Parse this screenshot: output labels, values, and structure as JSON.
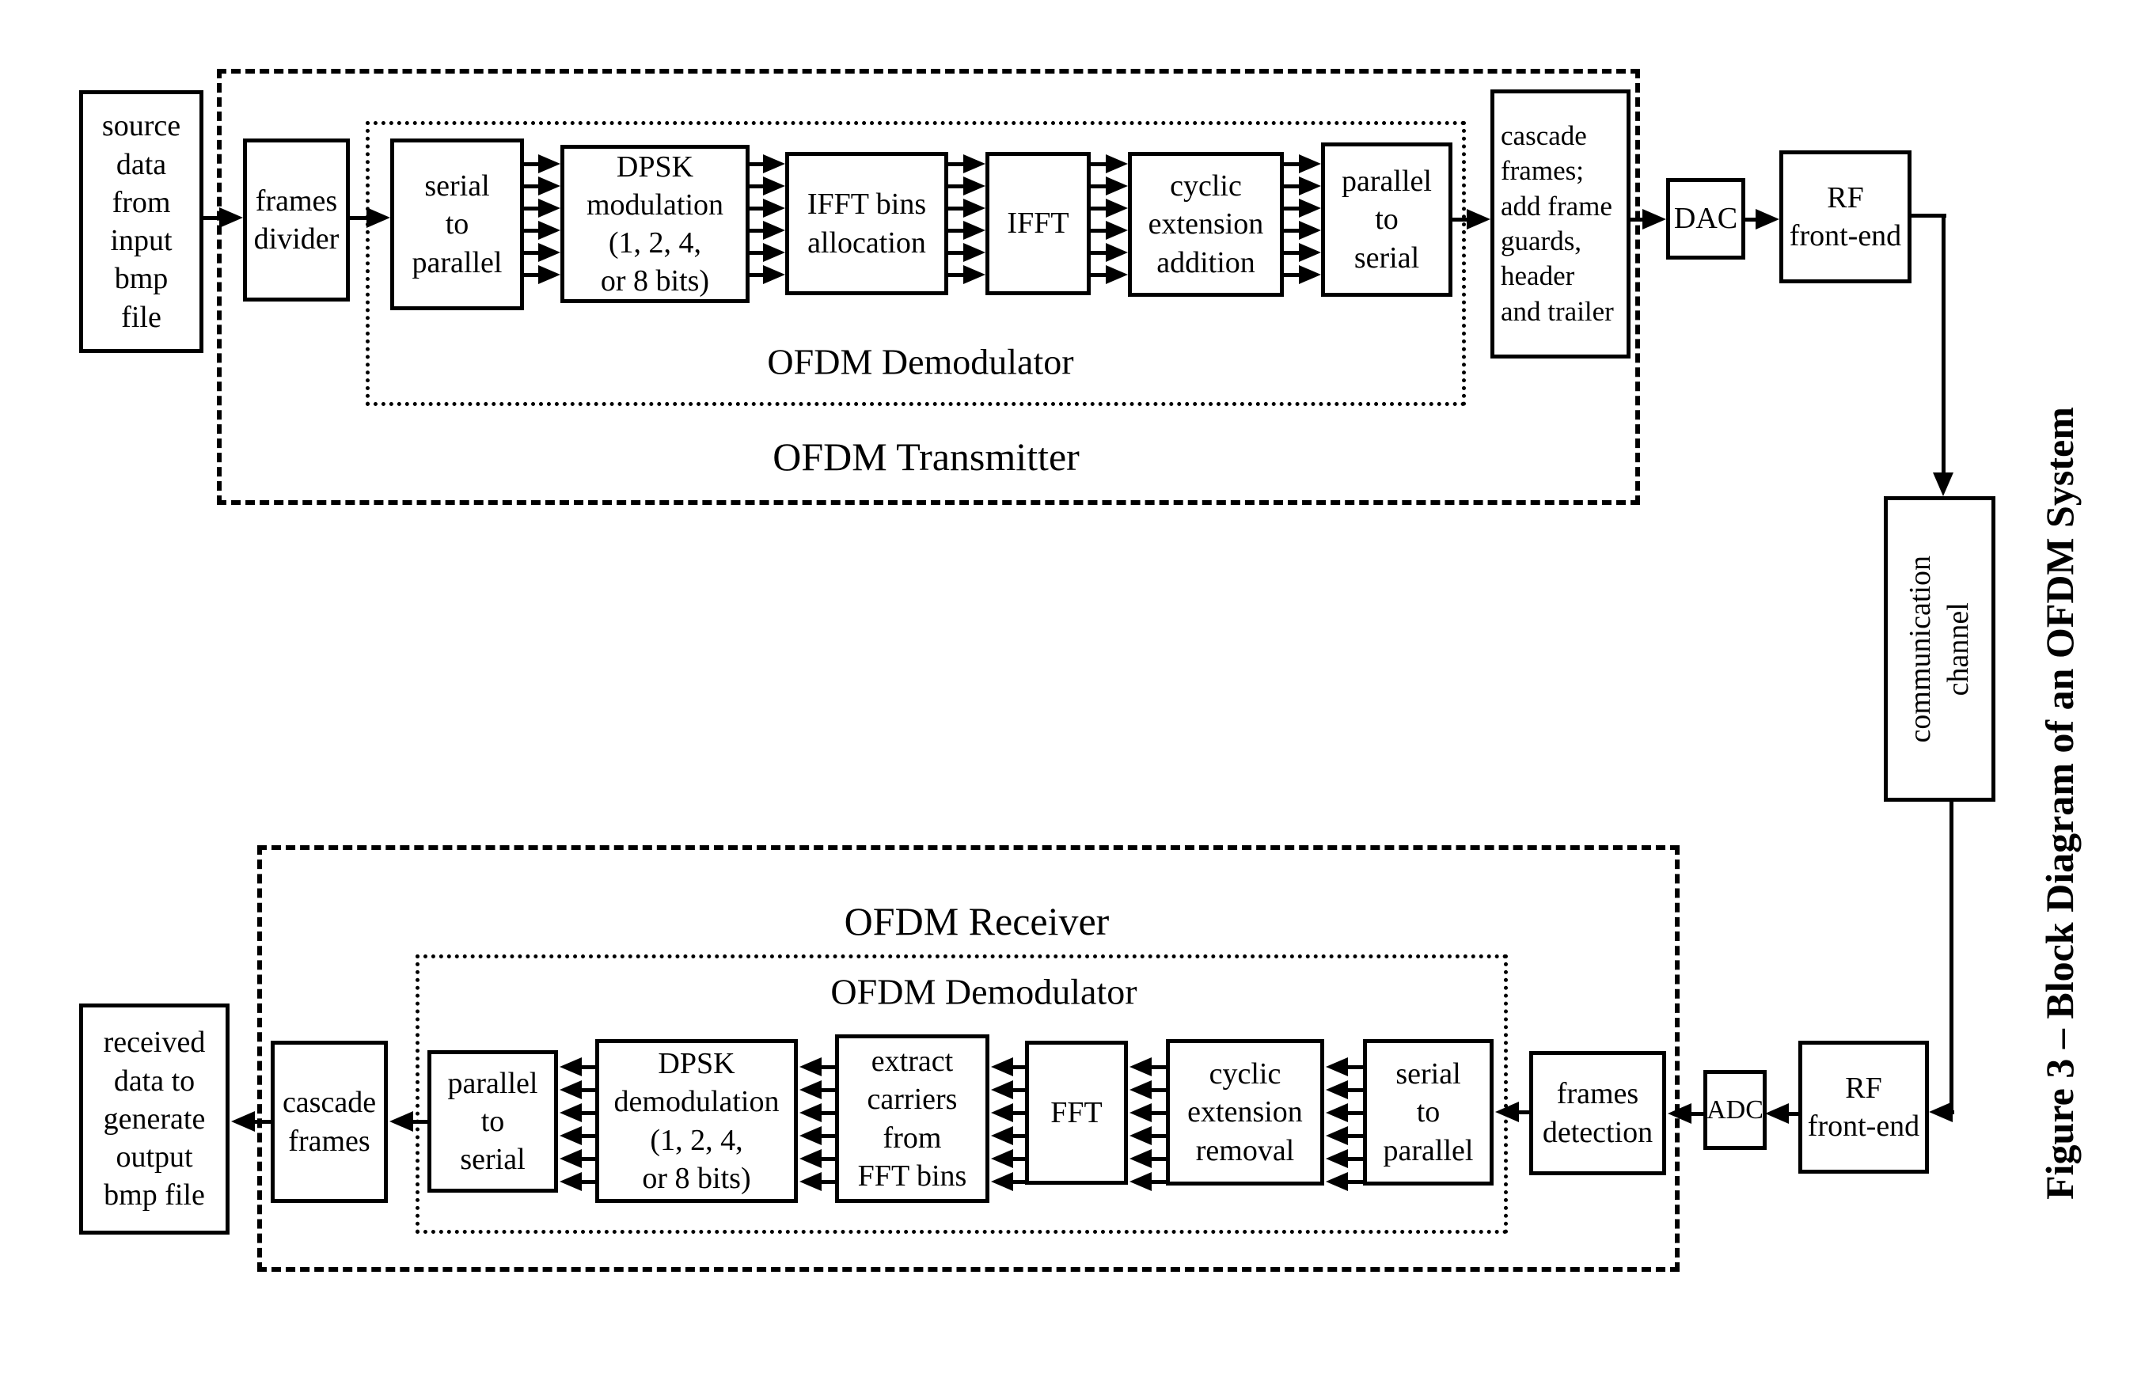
{
  "figure": {
    "caption": "Figure 3 – Block Diagram of an OFDM System"
  },
  "colors": {
    "ink": "#000000",
    "background": "#ffffff"
  },
  "transmitter": {
    "section_label": "OFDM Transmitter",
    "modulator_label": "OFDM Demodulator",
    "blocks": {
      "source_data": "source\ndata\nfrom\ninput\nbmp\nfile",
      "frames_divider": "frames\ndivider",
      "serial_to_parallel": "serial\nto\nparallel",
      "dpsk_modulation": "DPSK\nmodulation\n(1, 2, 4,\nor 8 bits)",
      "ifft_bins_allocation": "IFFT bins\nallocation",
      "ifft": "IFFT",
      "cyclic_extension_addition": "cyclic\nextension\naddition",
      "parallel_to_serial": "parallel\nto\nserial",
      "cascade_frames": "cascade\nframes;\nadd frame\nguards,\nheader\nand trailer",
      "dac": "DAC",
      "rf_front_end": "RF\nfront-end"
    }
  },
  "channel": {
    "communication_channel": "communication\nchannel"
  },
  "receiver": {
    "section_label": "OFDM Receiver",
    "demodulator_label": "OFDM Demodulator",
    "blocks": {
      "rf_front_end": "RF\nfront-end",
      "adc": "ADC",
      "frames_detection": "frames\ndetection",
      "serial_to_parallel": "serial\nto\nparallel",
      "cyclic_extension_removal": "cyclic\nextension\nremoval",
      "fft": "FFT",
      "extract_carriers": "extract\ncarriers\nfrom\nFFT bins",
      "dpsk_demodulation": "DPSK\ndemodulation\n(1, 2, 4,\nor 8 bits)",
      "parallel_to_serial": "parallel\nto\nserial",
      "cascade_frames": "cascade\nframes",
      "received_data": "received\ndata to\ngenerate\noutput\nbmp file"
    }
  }
}
